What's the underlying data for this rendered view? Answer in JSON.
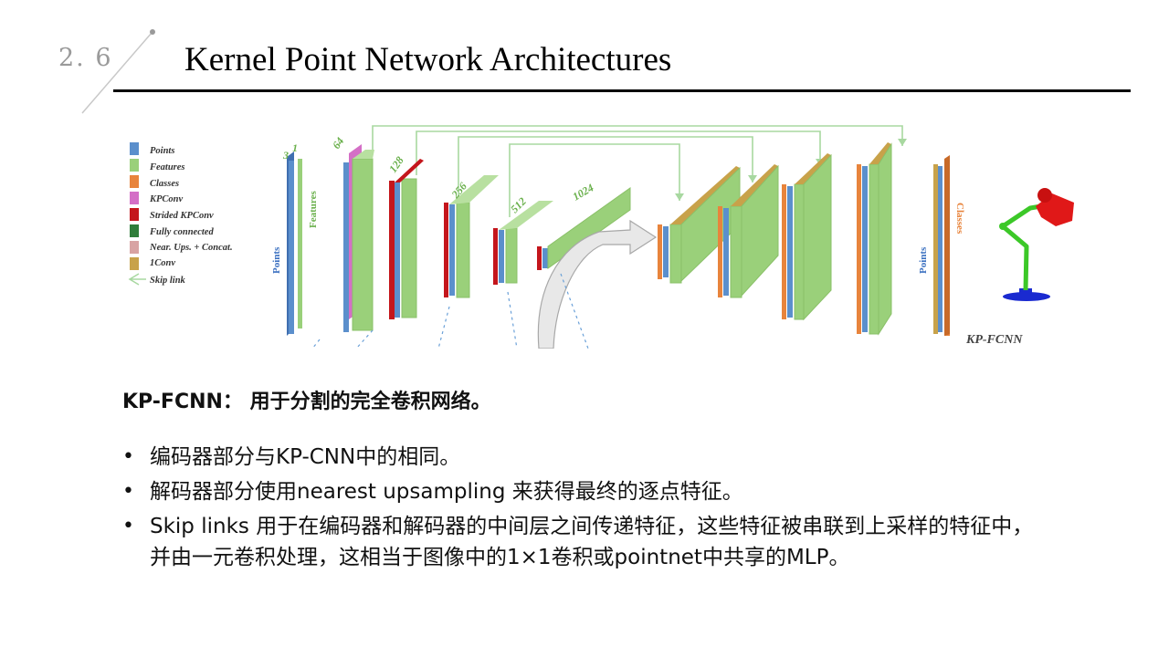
{
  "header": {
    "section_number": "2. 6",
    "title": "Kernel Point Network Architectures"
  },
  "figure": {
    "legend": [
      {
        "label": "Points",
        "color": "#5b8fcc"
      },
      {
        "label": "Features",
        "color": "#9ad07a"
      },
      {
        "label": "Classes",
        "color": "#e8843c"
      },
      {
        "label": "KPConv",
        "color": "#d46fc6"
      },
      {
        "label": "Strided KPConv",
        "color": "#c4161c"
      },
      {
        "label": "Fully connected",
        "color": "#2f7d3a"
      },
      {
        "label": "Near. Ups. + Concat.",
        "color": "#d8a3a3"
      },
      {
        "label": "1Conv",
        "color": "#c8a24a"
      },
      {
        "label": "Skip link",
        "color": "#a8d8a0"
      }
    ],
    "dims": [
      "3",
      "1",
      "64",
      "128",
      "256",
      "512",
      "1024"
    ],
    "input_points_label": "Points",
    "input_features_label": "Features",
    "output_points_label": "Points",
    "output_classes_label": "Classes",
    "caption": "KP-FCNN"
  },
  "subtitle": "KP-FCNN： 用于分割的完全卷积网络。",
  "bullets": [
    "编码器部分与KP-CNN中的相同。",
    "解码器部分使用nearest upsampling 来获得最终的逐点特征。",
    "Skip links 用于在编码器和解码器的中间层之间传递特征，这些特征被串联到上采样的特征中，并由一元卷积处理，这相当于图像中的1×1卷积或pointnet中共享的MLP。"
  ]
}
